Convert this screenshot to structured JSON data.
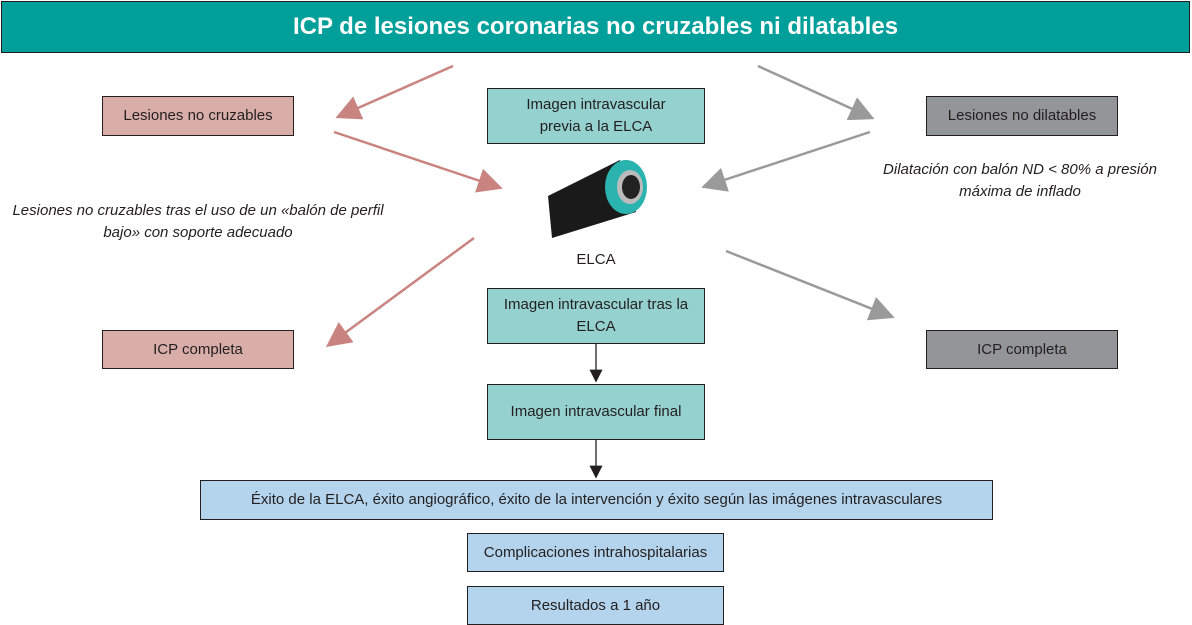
{
  "title": "ICP de lesiones coronarias no cruzables ni dilatables",
  "left": {
    "box": "Lesiones no cruzables",
    "note": "Lesiones no cruzables tras el uso de un «balón de perfil bajo» con soporte adecuado",
    "result": "ICP completa"
  },
  "right": {
    "box": "Lesiones no dilatables",
    "note": "Dilatación con balón ND < 80% a presión máxima de inflado",
    "result": "ICP completa"
  },
  "center": {
    "pre": "Imagen intravascular previa a la ELCA",
    "device": "ELCA",
    "post": "Imagen intravascular tras la ELCA",
    "final": "Imagen intravascular final"
  },
  "outcomes": [
    "Éxito de la ELCA, éxito angiográfico, éxito de la intervención y éxito según las imágenes intravasculares",
    "Complicaciones intrahospitalarias",
    "Resultados a 1 año"
  ],
  "colors": {
    "header": "#009f9a",
    "pink": "#d9aea9",
    "grey": "#939598",
    "teal": "#95d2cf",
    "blue": "#b3d4ec"
  }
}
